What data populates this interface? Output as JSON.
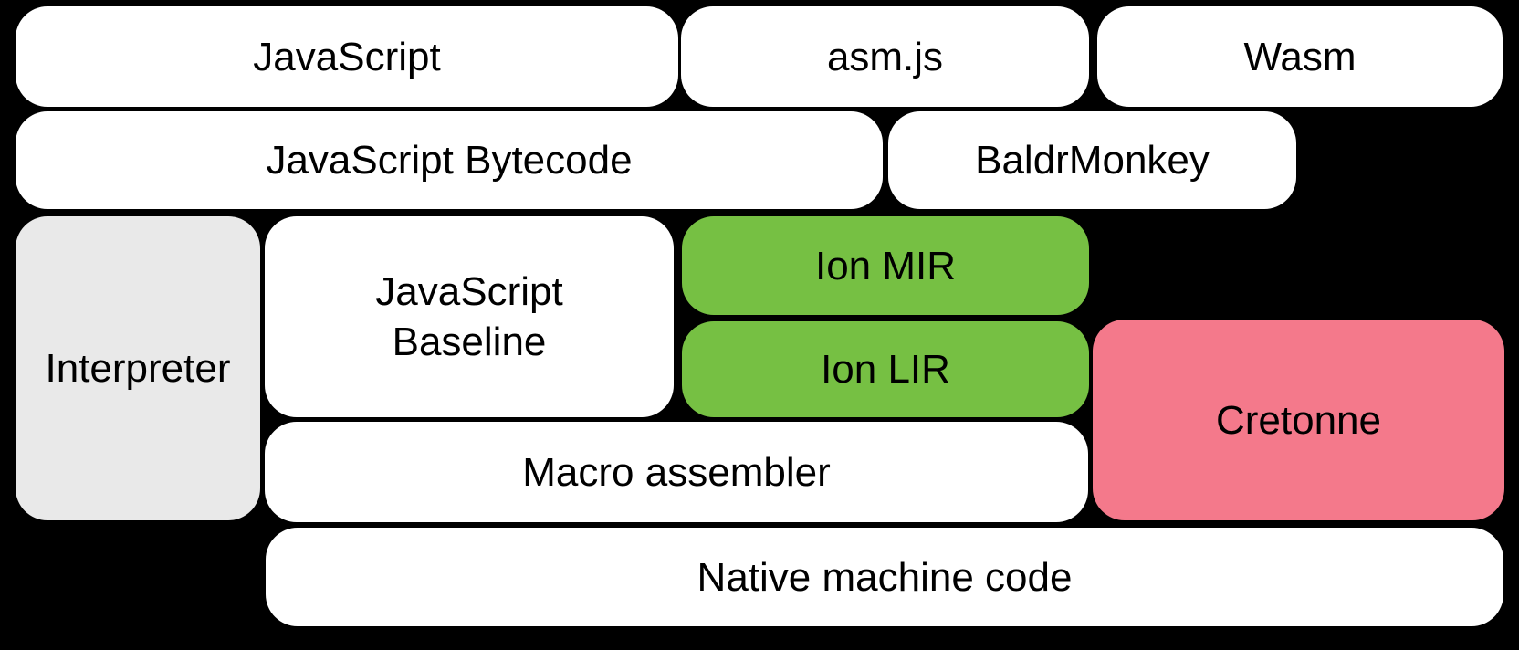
{
  "colors": {
    "background": "#000000",
    "white_box": "#ffffff",
    "gray_box": "#e9e9e9",
    "green_box": "#76c043",
    "pink_box": "#f4798b",
    "text": "#000000"
  },
  "nodes": {
    "javascript": {
      "label": "JavaScript",
      "color": "#ffffff"
    },
    "asmjs": {
      "label": "asm.js",
      "color": "#ffffff"
    },
    "wasm": {
      "label": "Wasm",
      "color": "#ffffff"
    },
    "javascript_bytecode": {
      "label": "JavaScript Bytecode",
      "color": "#ffffff"
    },
    "baldrmonkey": {
      "label": "BaldrMonkey",
      "color": "#ffffff"
    },
    "interpreter": {
      "label": "Interpreter",
      "color": "#e9e9e9"
    },
    "javascript_baseline": {
      "label": "JavaScript Baseline",
      "color": "#ffffff"
    },
    "ion_mir": {
      "label": "Ion MIR",
      "color": "#76c043"
    },
    "ion_lir": {
      "label": "Ion LIR",
      "color": "#76c043"
    },
    "cretonne": {
      "label": "Cretonne",
      "color": "#f4798b"
    },
    "macro_assembler": {
      "label": "Macro assembler",
      "color": "#ffffff"
    },
    "native_machine_code": {
      "label": "Native machine code",
      "color": "#ffffff"
    }
  }
}
